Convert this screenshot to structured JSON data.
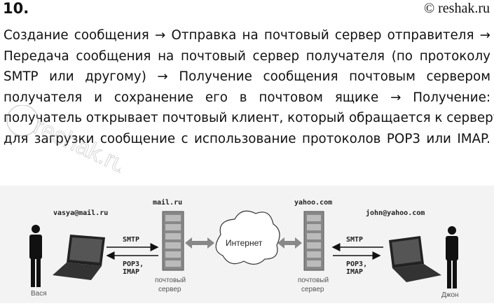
{
  "header": {
    "number": "10.",
    "copyright": "© reshak.ru"
  },
  "paragraph": [
    "Создание сообщения → Отправка на почтовый сервер отправителя →",
    "Передача сообщения на почтовый сервер получателя (по протоколу",
    "SMTP или другому) → Получение сообщения почтовым сервером",
    "получателя и сохранение его в почтовом ящике → Получение:",
    "получатель открывает почтовый клиент, который обращается к серверу",
    "для загрузки сообщение с использование протоколов POP3 или IMAP."
  ],
  "watermark": "reshak.ru",
  "diagram": {
    "sender": {
      "name": "Вася",
      "email": "vasya@mail.ru",
      "server_domain": "mail.ru"
    },
    "receiver": {
      "name": "Джон",
      "email": "john@yahoo.com",
      "server_domain": "yahoo.com"
    },
    "server_label_1": "почтовый",
    "server_label_2": "сервер",
    "internet": "Интернет",
    "smtp": "SMTP",
    "pop3": "POP3,",
    "imap": "IMAP"
  }
}
